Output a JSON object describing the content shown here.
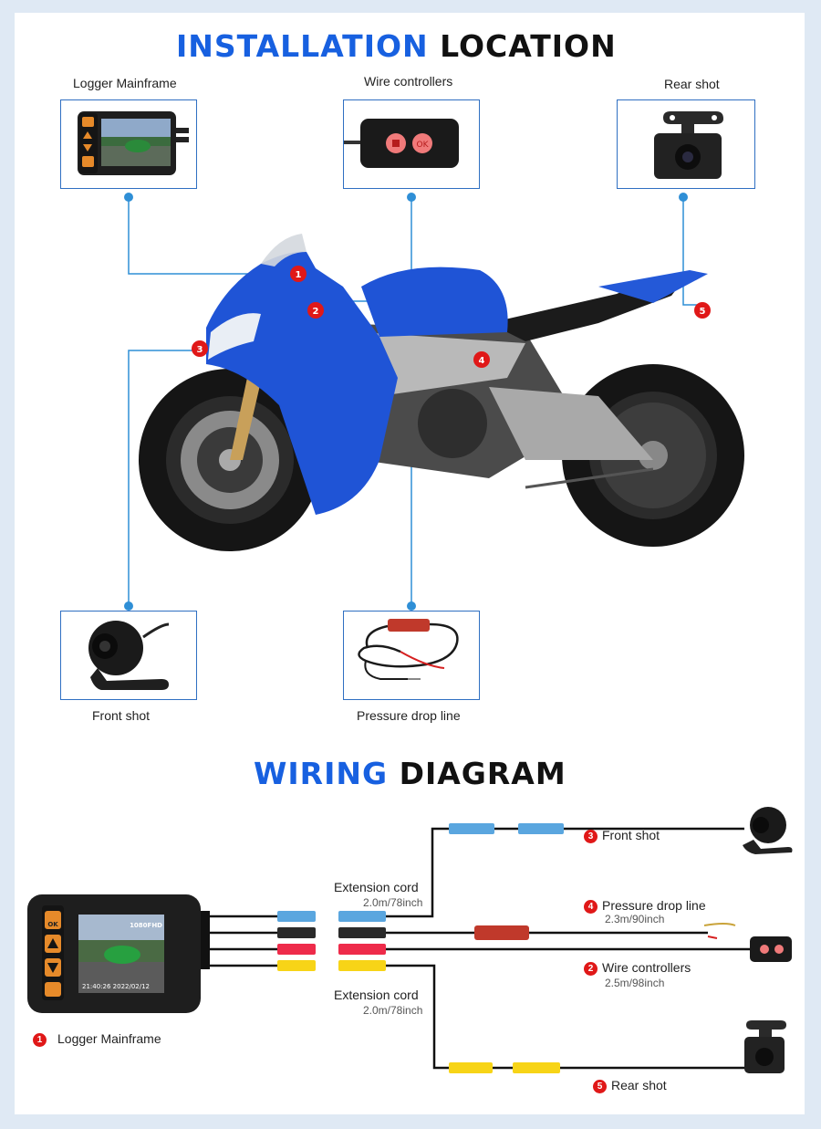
{
  "installation": {
    "title_part1": "INSTALLATION",
    "title_part2": "LOCATION",
    "parts": {
      "logger": "Logger Mainframe",
      "wire": "Wire controllers",
      "rear": "Rear shot",
      "front": "Front shot",
      "pressure": "Pressure drop line"
    },
    "markers": [
      "1",
      "2",
      "3",
      "4",
      "5"
    ]
  },
  "wiring": {
    "title_part1": "WIRING",
    "title_part2": "DIAGRAM",
    "ext_top": {
      "label": "Extension cord",
      "length": "2.0m/78inch"
    },
    "ext_bottom": {
      "label": "Extension cord",
      "length": "2.0m/78inch"
    },
    "front": {
      "num": "3",
      "label": "Front shot"
    },
    "pressure": {
      "num": "4",
      "label": "Pressure drop line",
      "length": "2.3m/90inch"
    },
    "wire": {
      "num": "2",
      "label": "Wire controllers",
      "length": "2.5m/98inch"
    },
    "rear": {
      "num": "5",
      "label": "Rear shot"
    },
    "logger": {
      "num": "1",
      "label": "Logger Mainframe"
    },
    "screen": {
      "mode": "1080FHD",
      "timestamp": "21:40:26 2022/02/12",
      "ok": "OK"
    }
  },
  "colors": {
    "title_blue": "#1760e0",
    "callout_line": "#2f8fd6",
    "marker_red": "#e01818",
    "bike_blue": "#1f54d6",
    "connector_blue": "#5aa6df",
    "connector_red": "#ee2b4a",
    "connector_yellow": "#f7d417",
    "connector_black": "#2a2a2a"
  }
}
